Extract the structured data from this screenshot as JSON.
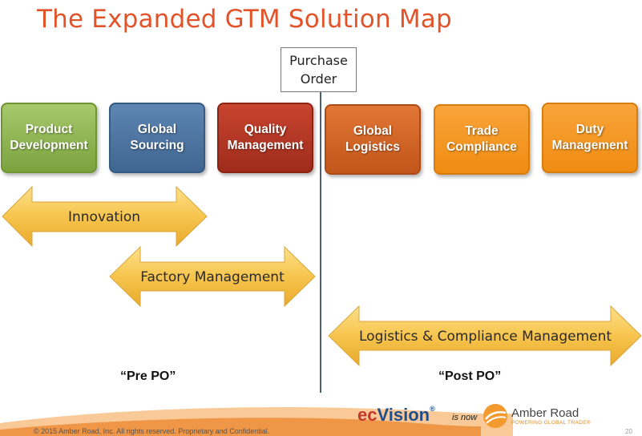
{
  "title": "The Expanded GTM Solution Map",
  "purchase_order": {
    "line1": "Purchase",
    "line2": "Order"
  },
  "boxes": [
    {
      "label": "Product\nDevelopment",
      "color": "#8bb450"
    },
    {
      "label": "Global\nSourcing",
      "color": "#4f77a3"
    },
    {
      "label": "Quality\nManagement",
      "color": "#b33a26"
    },
    {
      "label": "Global\nLogistics",
      "color": "#d0652a"
    },
    {
      "label": "Trade\nCompliance",
      "color": "#f49a24"
    },
    {
      "label": "Duty\nManagement",
      "color": "#f49a24"
    }
  ],
  "arrows": {
    "innovation": "Innovation",
    "factory": "Factory Management",
    "logistics": "Logistics & Compliance Management",
    "fill": "#f7c54e"
  },
  "phases": {
    "pre": "“Pre PO”",
    "post": "“Post PO”"
  },
  "footer": {
    "copyright": "© 2015 Amber Road, Inc. All rights reserved. Proprietary and Confidential.",
    "ec": "ec",
    "vision": "Vision",
    "reg": "®",
    "is_now": "is now",
    "amber_road": "Amber Road",
    "tagline": "POWERING GLOBAL TRADE®",
    "page": "20"
  }
}
